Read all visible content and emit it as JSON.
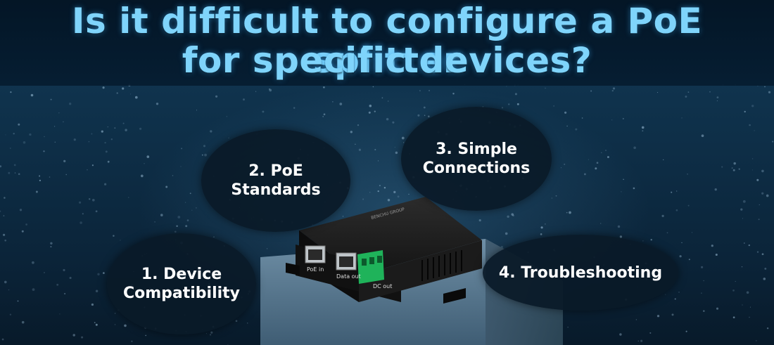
{
  "title": {
    "line1": "Is it difficult to configure a PoE splitter",
    "line2": "for specific devices?"
  },
  "bubbles": [
    {
      "line1": "1. Device",
      "line2": "Compatibility"
    },
    {
      "line1": "2. PoE",
      "line2": "Standards"
    },
    {
      "line1": "3. Simple",
      "line2": "Connections"
    },
    {
      "line1": "4. Troubleshooting"
    }
  ],
  "device": {
    "brand": "BENCHU GROUP",
    "port1_label": "PoE in",
    "port2_label": "Data out",
    "port3_label": "DC out"
  },
  "colors": {
    "title": "#7fd4fb",
    "bubble_bg": "#0a1a28",
    "bubble_text": "#ffffff",
    "terminal_green": "#1fb35a"
  }
}
